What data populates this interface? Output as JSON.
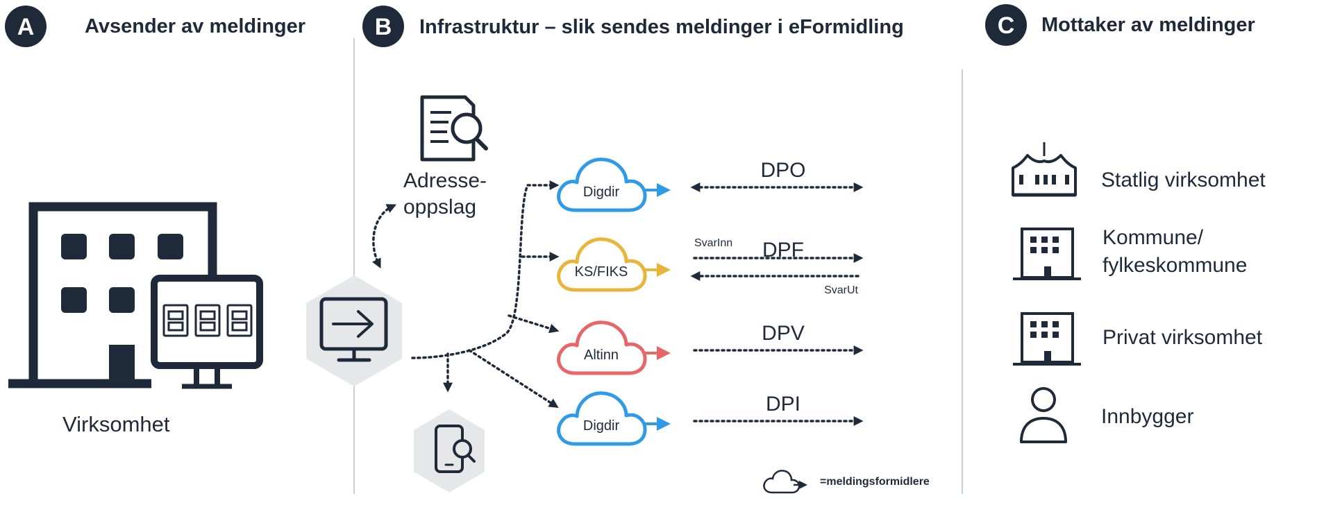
{
  "colors": {
    "navy": "#1e2a3a",
    "digdir_blue": "#2e9ae8",
    "ks_fiks_yellow": "#e8b43a",
    "altinn_red": "#e86666",
    "hex_grey": "#e6e7e8",
    "divider": "#c4cfda"
  },
  "sections": {
    "a": {
      "letter": "A",
      "title": "Avsender av meldinger"
    },
    "b": {
      "letter": "B",
      "title": "Infrastruktur – slik sendes meldinger i eFormidling"
    },
    "c": {
      "letter": "C",
      "title": "Mottaker av meldinger"
    }
  },
  "sender": {
    "label": "Virksomhet",
    "icons": [
      "building-icon",
      "archive-monitor-icon"
    ]
  },
  "infrastructure": {
    "address_lookup": {
      "line1": "Adresse-",
      "line2": "oppslag",
      "icon": "document-search-icon"
    },
    "hub_icon": "monitor-arrow-icon",
    "mobile_lookup_icon": "mobile-search-icon",
    "channels": [
      {
        "cloud_label": "Digdir",
        "channel": "DPO",
        "color": "#2e9ae8"
      },
      {
        "cloud_label": "KS/FIKS",
        "channel": "DPF",
        "color": "#e8b43a",
        "send_label": "SvarInn",
        "return_label": "SvarUt"
      },
      {
        "cloud_label": "Altinn",
        "channel": "DPV",
        "color": "#e86666"
      },
      {
        "cloud_label": "Digdir",
        "channel": "DPI",
        "color": "#2e9ae8"
      }
    ],
    "legend": {
      "label": "=meldingsformidlere",
      "icon": "cloud-icon"
    }
  },
  "receivers": [
    {
      "label_lines": [
        "Statlig virksomhet"
      ],
      "icon": "government-building-icon"
    },
    {
      "label_lines": [
        "Kommune/",
        "fylkeskommune"
      ],
      "icon": "office-building-icon"
    },
    {
      "label_lines": [
        "Privat virksomhet"
      ],
      "icon": "office-building-icon"
    },
    {
      "label_lines": [
        "Innbygger"
      ],
      "icon": "person-icon"
    }
  ]
}
